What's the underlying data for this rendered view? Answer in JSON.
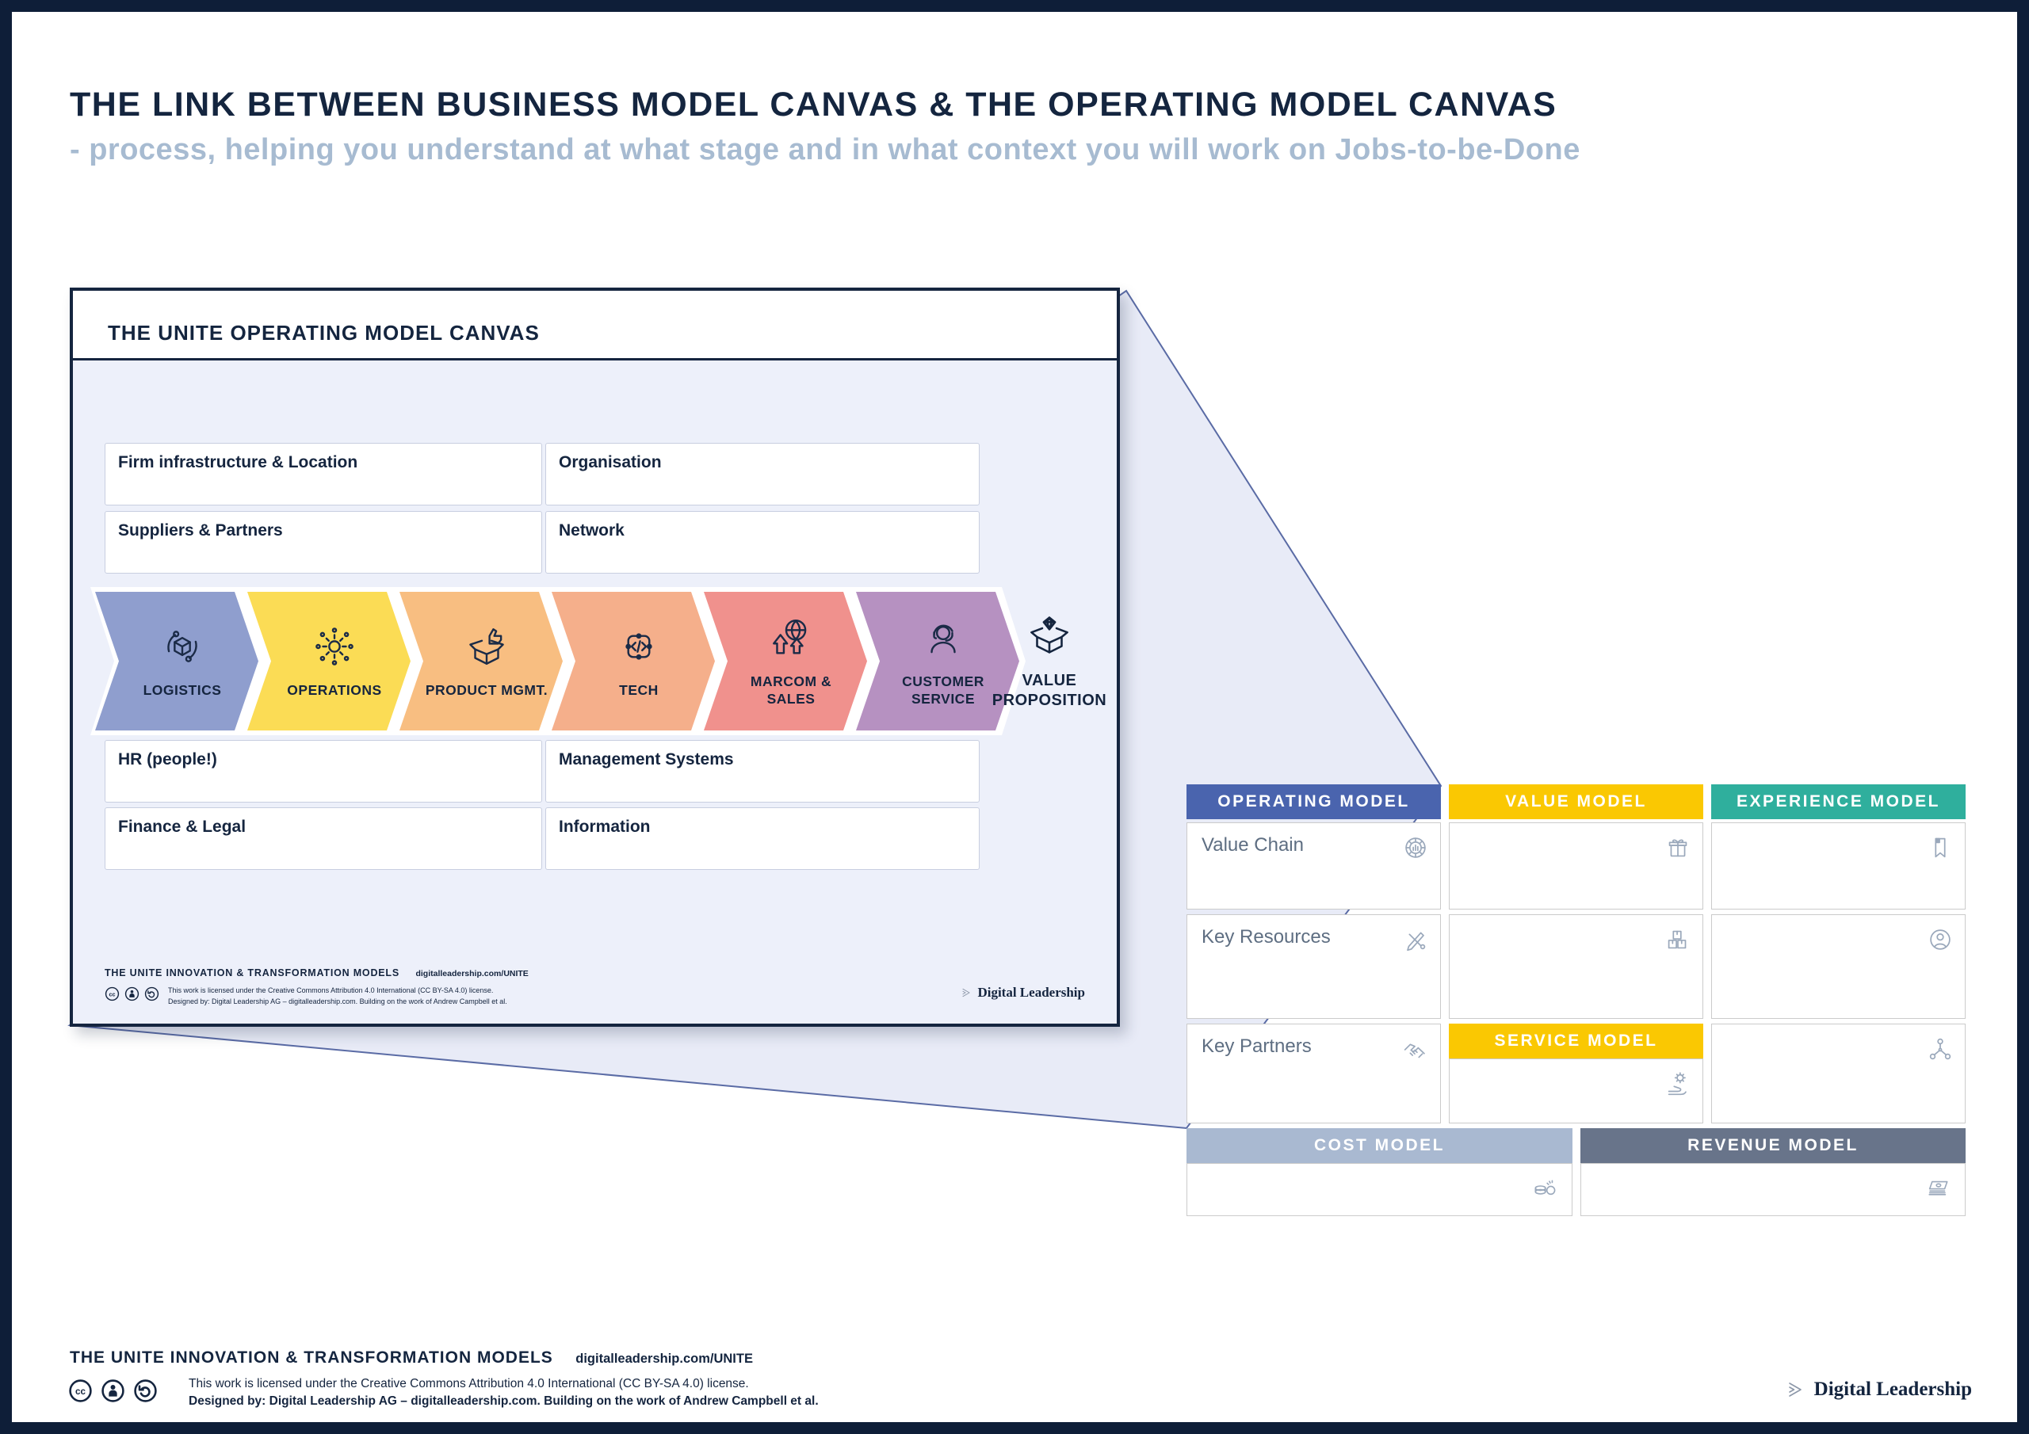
{
  "page": {
    "title": "THE LINK BETWEEN BUSINESS MODEL CANVAS & THE OPERATING MODEL CANVAS",
    "subtitle": "- process, helping you understand at what stage and in what context you will work on Jobs-to-be-Done"
  },
  "canvas": {
    "title": "THE UNITE OPERATING MODEL CANVAS",
    "boxes": {
      "firm_infrastructure": "Firm infrastructure & Location",
      "organisation": "Organisation",
      "suppliers_partners": "Suppliers & Partners",
      "network": "Network",
      "hr": "HR (people!)",
      "management_systems": "Management Systems",
      "finance_legal": "Finance & Legal",
      "information": "Information"
    },
    "chevrons": [
      {
        "label": "LOGISTICS",
        "color": "#8F9ECE",
        "icon": "logistics-icon"
      },
      {
        "label": "OPERATIONS",
        "color": "#FBDC55",
        "icon": "operations-icon"
      },
      {
        "label": "PRODUCT MGMT.",
        "color": "#F8BE81",
        "icon": "product-mgmt-icon"
      },
      {
        "label": "TECH",
        "color": "#F5AF8B",
        "icon": "tech-icon"
      },
      {
        "label": "MARCOM & SALES",
        "color": "#F0918D",
        "icon": "marcom-sales-icon"
      },
      {
        "label": "CUSTOMER SERVICE",
        "color": "#B691C1",
        "icon": "customer-service-icon"
      }
    ],
    "value_proposition": {
      "label": "VALUE PROPOSITION",
      "icon": "value-proposition-icon"
    }
  },
  "bmc": {
    "headers": {
      "operating": {
        "label": "OPERATING MODEL",
        "color": "#4A64AE"
      },
      "value": {
        "label": "VALUE MODEL",
        "color": "#FAC802"
      },
      "experience": {
        "label": "EXPERIENCE MODEL",
        "color": "#2FAF9D"
      },
      "service": {
        "label": "SERVICE MODEL",
        "color": "#FAC802"
      },
      "cost": {
        "label": "COST MODEL",
        "color": "#A9B9D1"
      },
      "revenue": {
        "label": "REVENUE MODEL",
        "color": "#68748A"
      }
    },
    "operating_cells": [
      "Value Chain",
      "Key Resources",
      "Key Partners"
    ],
    "cell_icons": {
      "value_chain": "value-chain-icon",
      "key_resources": "key-resources-icon",
      "key_partners": "handshake-icon",
      "value_model": "gift-icon",
      "value_model_2": "packages-icon",
      "service_model": "hand-gear-icon",
      "experience_model": "bookmark-icon",
      "experience_model_2": "user-icon",
      "experience_model_3": "network-icon",
      "cost_model": "coins-icon",
      "revenue_model": "banknotes-icon"
    }
  },
  "footer": {
    "models_title": "THE UNITE INNOVATION & TRANSFORMATION MODELS",
    "models_link": "digitalleadership.com/UNITE",
    "license_line1": "This work is licensed under the Creative Commons Attribution 4.0 International (CC BY-SA 4.0) license.",
    "license_line2": "Designed by: Digital Leadership AG – digitalleadership.com. Building on the work of Andrew Campbell et al.",
    "brand": "Digital Leadership",
    "cc_icons": [
      "cc-icon",
      "cc-by-icon",
      "cc-sa-icon"
    ]
  }
}
